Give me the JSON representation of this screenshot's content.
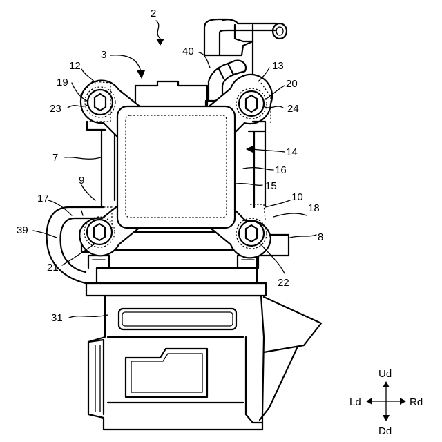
{
  "labels": {
    "n2": "2",
    "n3": "3",
    "n40": "40",
    "n12": "12",
    "n13": "13",
    "n19": "19",
    "n20": "20",
    "n23": "23",
    "n24": "24",
    "n7": "7",
    "n14": "14",
    "n16": "16",
    "n15": "15",
    "n9": "9",
    "n17": "17",
    "n10": "10",
    "n18": "18",
    "n39": "39",
    "n8": "8",
    "n21": "21",
    "n22": "22",
    "n31": "31"
  },
  "directions": {
    "up": "Ud",
    "down": "Dd",
    "left": "Ld",
    "right": "Rd"
  }
}
